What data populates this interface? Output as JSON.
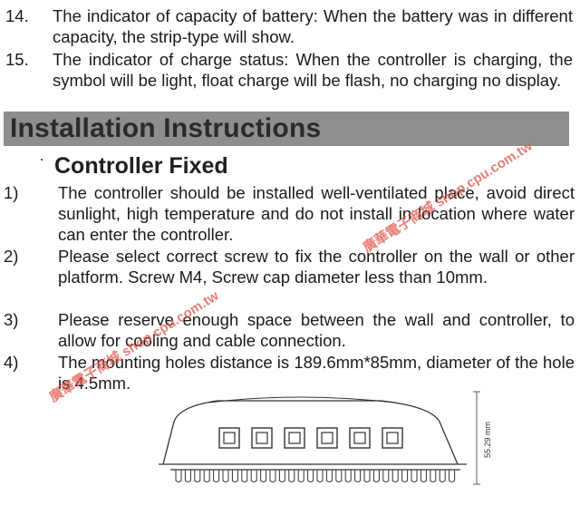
{
  "top_items": [
    {
      "num": "14.",
      "text": "The indicator of capacity of battery: When the battery was in different capacity, the strip-type will show."
    },
    {
      "num": "15.",
      "text": "The indicator of charge status: When the controller is charging, the symbol will be light, float charge will be flash, no charging no display."
    }
  ],
  "section_title": "Installation Instructions",
  "subsection_title": "Controller Fixed",
  "steps": [
    {
      "num": "1)",
      "text": "The controller should be installed well-ventilated place, avoid direct sunlight, high temperature and do not install in location where water can enter the controller."
    },
    {
      "num": "2)",
      "text": "Please select correct screw to fix the controller on the wall or other platform. Screw M4, Screw cap diameter less than 10mm."
    },
    {
      "num": "3)",
      "text": "Please reserve enough space between the wall and controller, to allow for cooling and cable connection."
    },
    {
      "num": "4)",
      "text": "The mounting holes distance is 189.6mm*85mm, diameter of the hole is 4.5mm."
    }
  ],
  "watermarks": [
    "廣華電子商城 shop.cpu.com.tw",
    "廣華電子商城 shop.cpu.com.tw"
  ],
  "diagram": {
    "dimension_label": "55.29 mm",
    "indicator_count": 6,
    "fin_count": 30
  }
}
